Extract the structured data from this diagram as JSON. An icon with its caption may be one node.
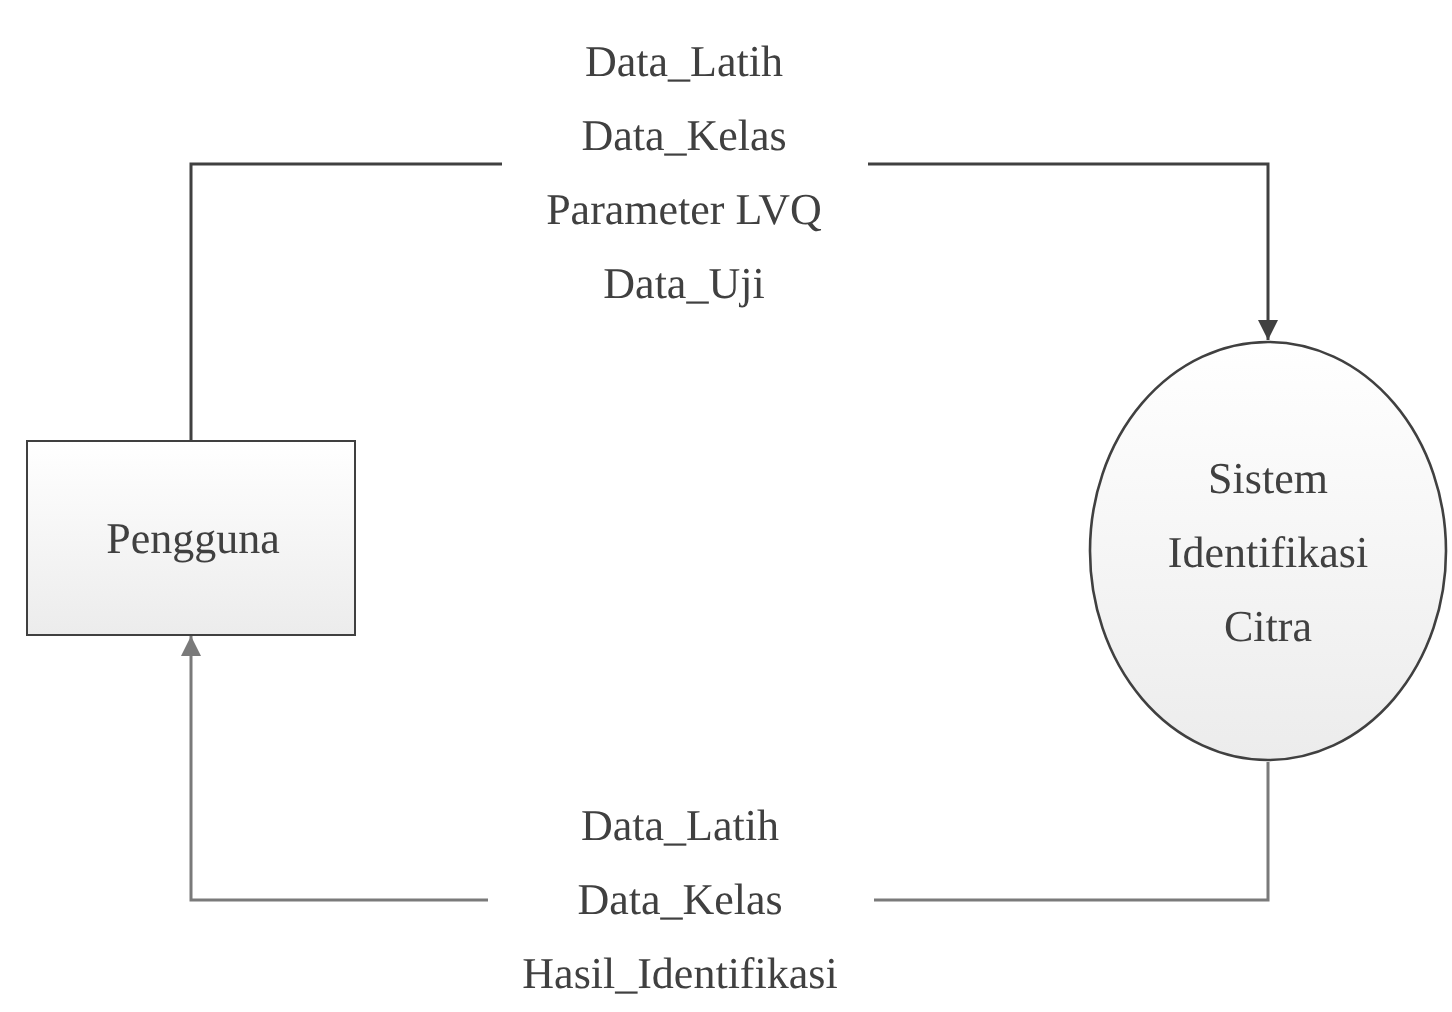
{
  "diagram": {
    "nodes": [
      {
        "text": [
          "Pengguna"
        ]
      },
      {
        "text": [
          "Sistem Identifikasi Citra"
        ]
      }
    ],
    "edges": [
      {
        "from": 0,
        "to": 1,
        "arrow": "to",
        "label": "Data_Latih Data_Kelas Parameter LVQ Data_Uji"
      },
      {
        "from": 1,
        "to": 0,
        "arrow": "to",
        "label": "Data_Latih Data_Kelas Hasil_Identifikasi",
        "color": "#7a7a7a"
      }
    ]
  }
}
